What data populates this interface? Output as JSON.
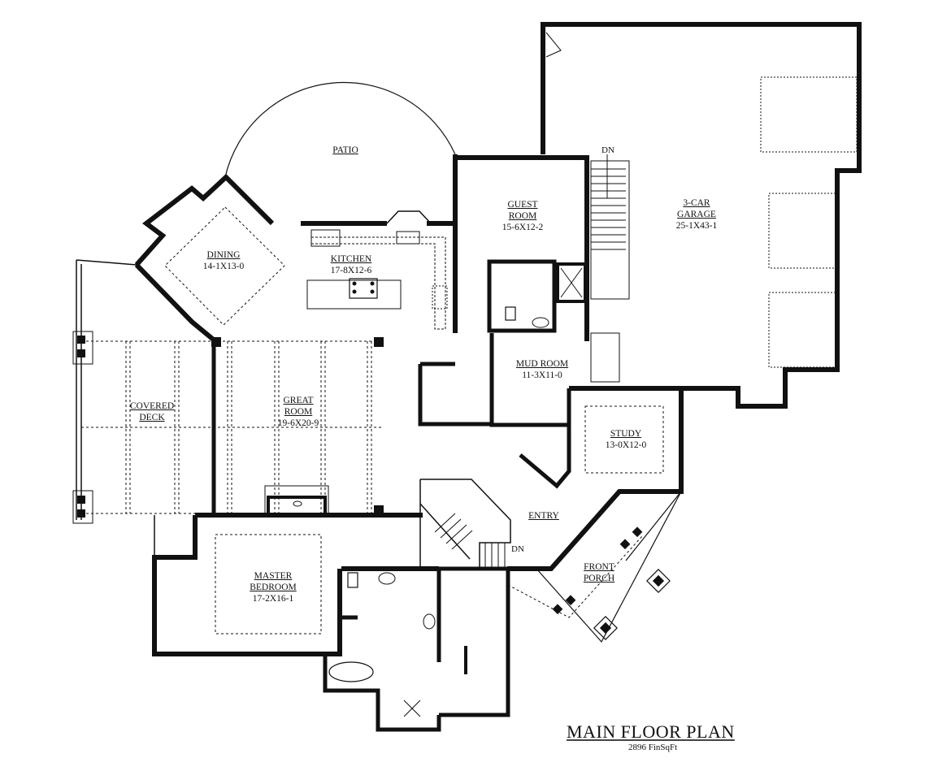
{
  "plan": {
    "title": "MAIN FLOOR PLAN",
    "area": "2896 FinSqFt"
  },
  "rooms": {
    "patio": {
      "name": "PATIO"
    },
    "dining": {
      "name": "DINING",
      "dim": "14-1X13-0"
    },
    "kitchen": {
      "name": "KITCHEN",
      "dim": "17-8X12-6"
    },
    "guest_room": {
      "name1": "GUEST",
      "name2": "ROOM",
      "dim": "15-6X12-2"
    },
    "garage": {
      "name1": "3-CAR",
      "name2": "GARAGE",
      "dim": "25-1X43-1"
    },
    "mud_room": {
      "name": "MUD ROOM",
      "dim": "11-3X11-0"
    },
    "covered_deck": {
      "name1": "COVERED",
      "name2": "DECK"
    },
    "great_room": {
      "name1": "GREAT",
      "name2": "ROOM",
      "dim": "19-6X20-9"
    },
    "study": {
      "name": "STUDY",
      "dim": "13-0X12-0"
    },
    "entry": {
      "name": "ENTRY"
    },
    "front_porch": {
      "name1": "FRONT",
      "name2": "PORCH"
    },
    "master_bedroom": {
      "name1": "MASTER",
      "name2": "BEDROOM",
      "dim": "17-2X16-1"
    }
  },
  "stairs": {
    "garage_stair_label": "DN",
    "main_stair_label": "DN"
  },
  "colors": {
    "wall": "#111111",
    "line": "#222222",
    "background": "#ffffff"
  }
}
